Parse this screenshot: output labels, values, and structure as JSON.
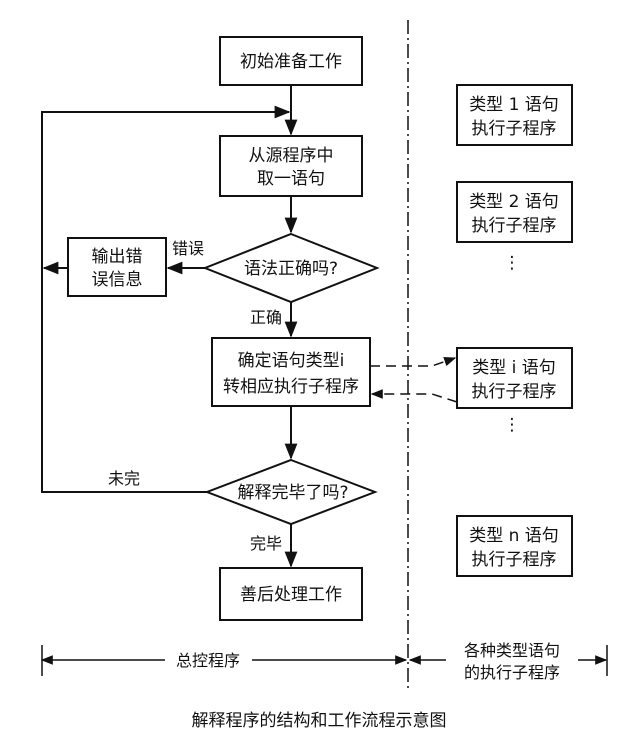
{
  "diagram": {
    "nodes": {
      "init": {
        "lines": [
          "初始准备工作"
        ]
      },
      "fetch": {
        "lines": [
          "从源程序中",
          "取一语句"
        ]
      },
      "syntax_check": {
        "lines": [
          "语法正确吗?"
        ]
      },
      "error_out": {
        "lines": [
          "输出错",
          "误信息"
        ]
      },
      "dispatch": {
        "lines": [
          "确定语句类型i",
          "转相应执行子程序"
        ]
      },
      "done_check": {
        "lines": [
          "解释完毕了吗?"
        ]
      },
      "cleanup": {
        "lines": [
          "善后处理工作"
        ]
      },
      "type1": {
        "lines": [
          "类型 1 语句",
          "执行子程序"
        ]
      },
      "type2": {
        "lines": [
          "类型 2 语句",
          "执行子程序"
        ]
      },
      "typei": {
        "lines": [
          "类型  i 语句",
          "执行子程序"
        ]
      },
      "typen": {
        "lines": [
          "类型 n 语句",
          "执行子程序"
        ]
      }
    },
    "edge_labels": {
      "error": "错误",
      "correct": "正确",
      "not_done": "未完",
      "done": "完毕"
    },
    "ellipsis": [
      "⋮",
      "⋮"
    ],
    "sections": {
      "main_control": "总控程序",
      "subprograms": [
        "各种类型语句",
        "的执行子程序"
      ]
    },
    "caption": "解释程序的结构和工作流程示意图"
  },
  "colors": {
    "ink": "#111111",
    "paper": "#ffffff"
  }
}
